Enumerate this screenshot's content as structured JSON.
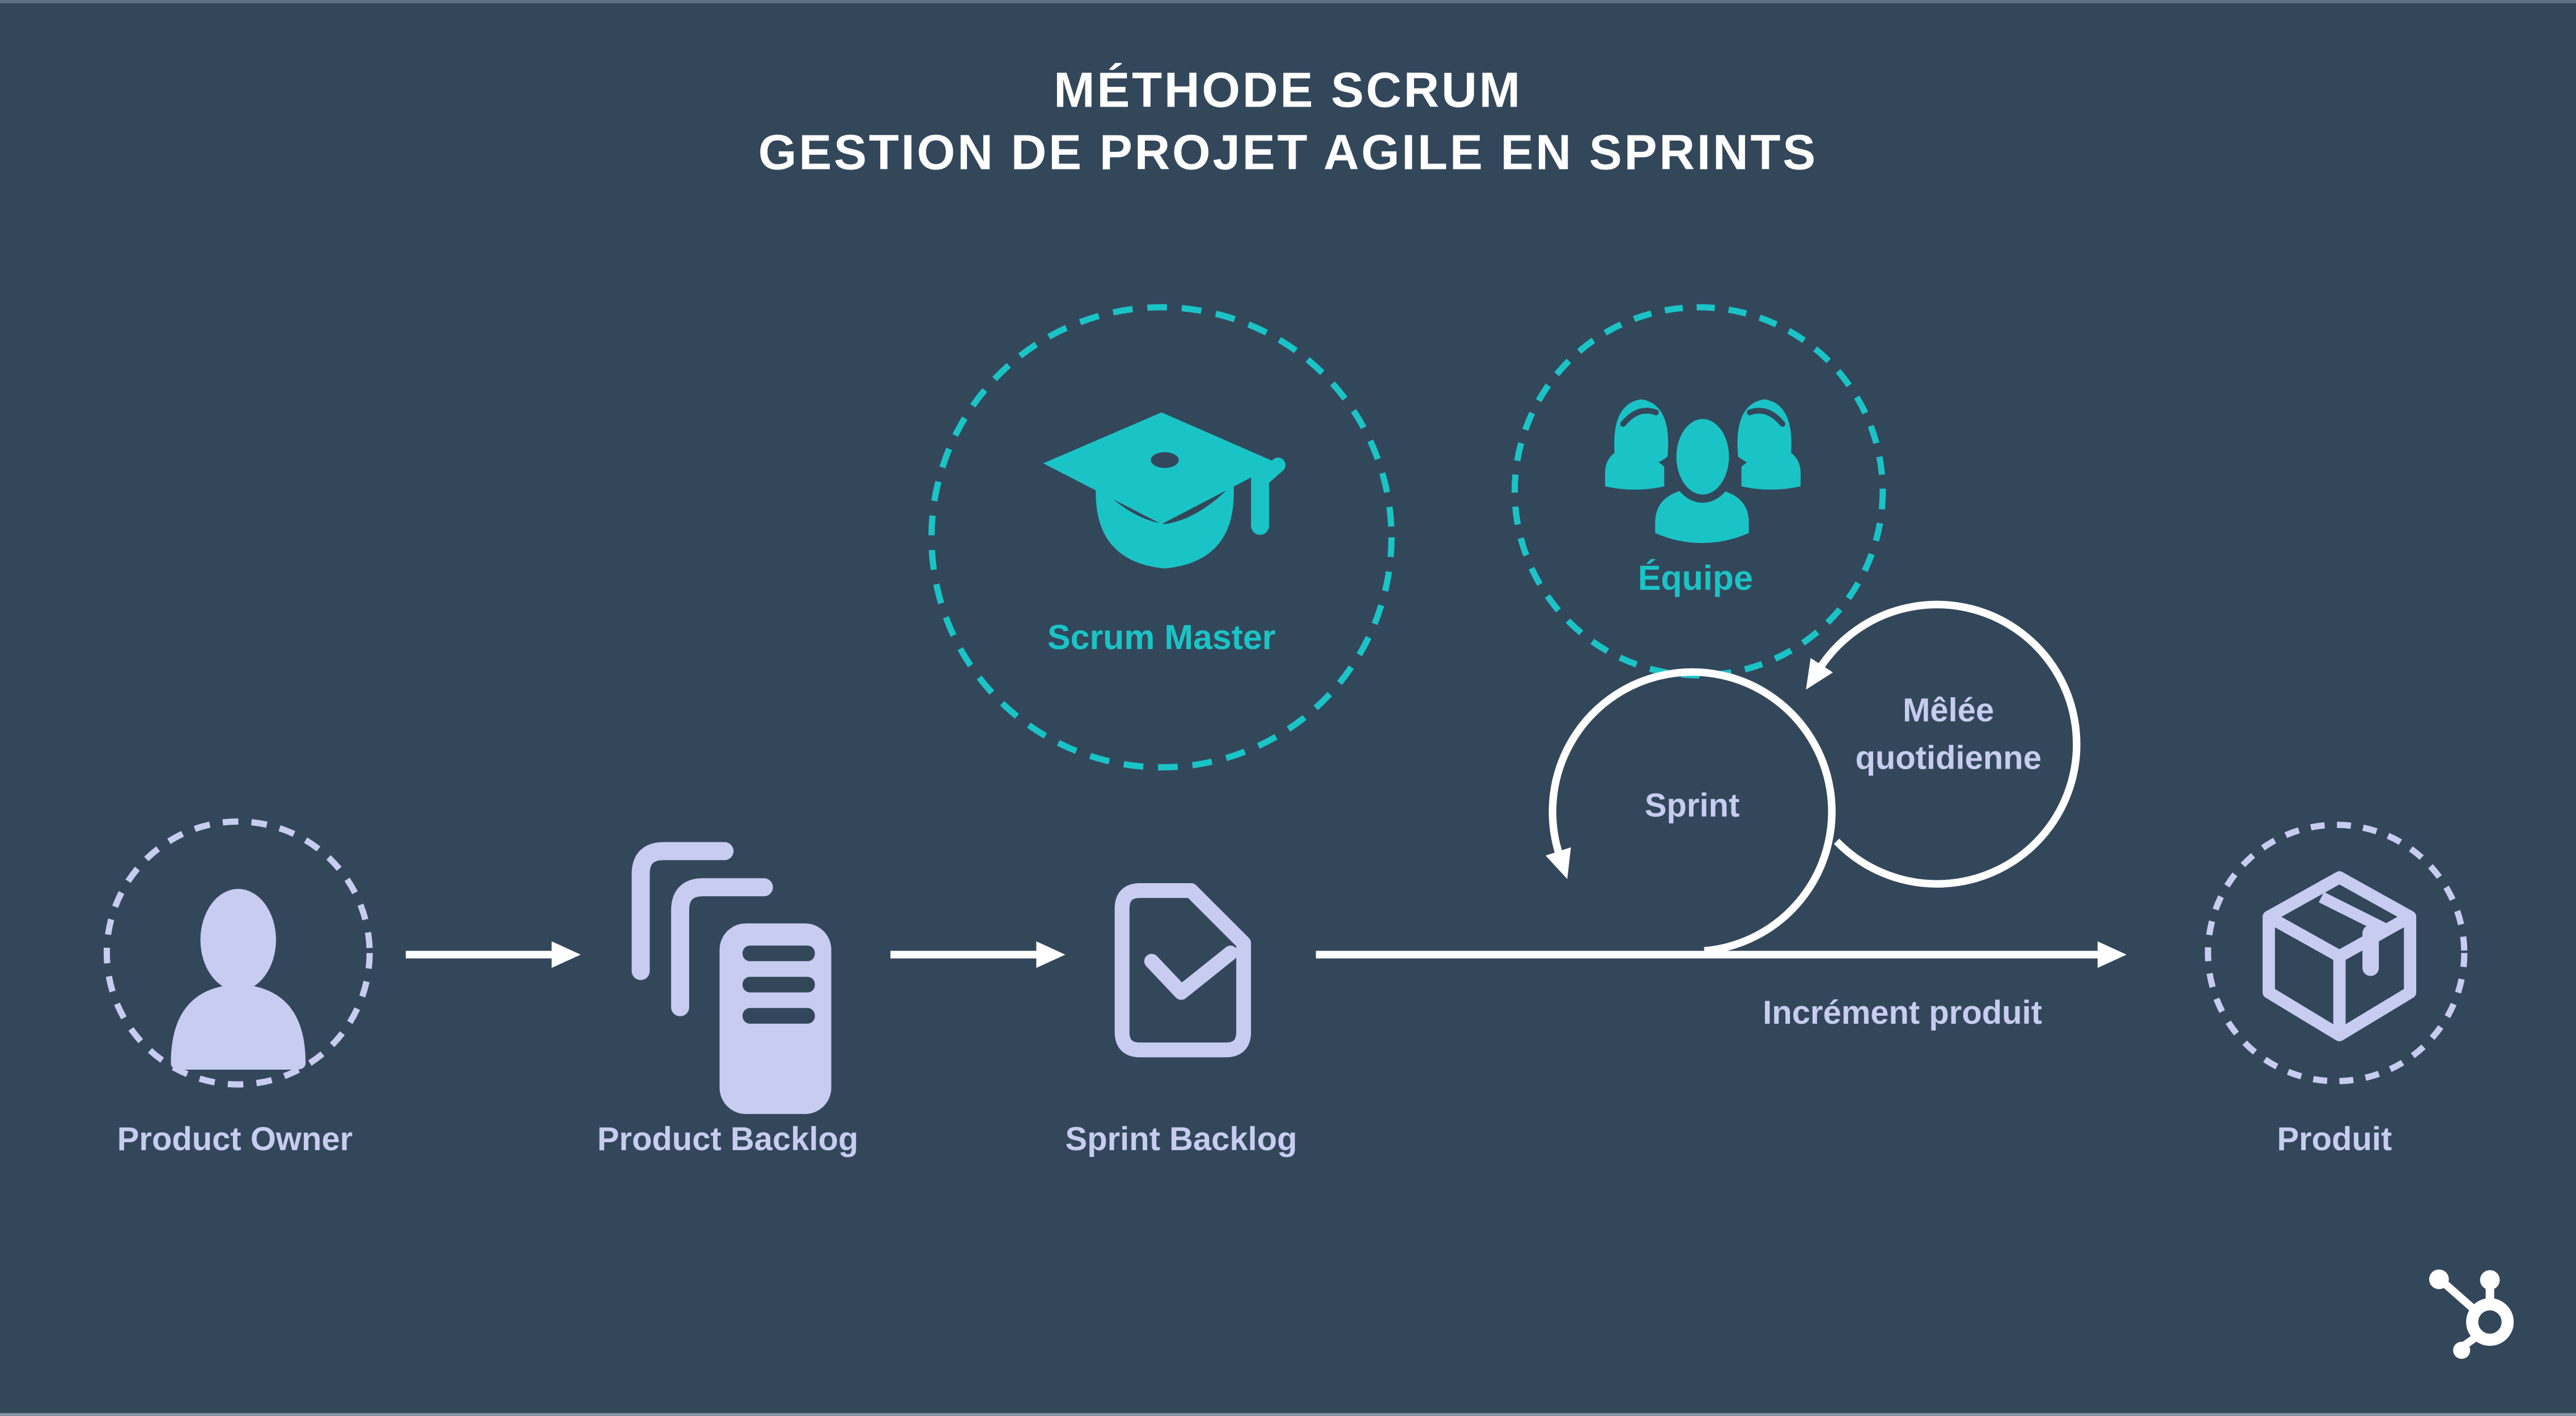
{
  "title": {
    "line1": "MÉTHODE SCRUM",
    "line2": "GESTION DE PROJET AGILE EN SPRINTS"
  },
  "nodes": {
    "scrum_master": {
      "label": "Scrum Master",
      "icon": "graduation-cap-icon"
    },
    "equipe": {
      "label": "Équipe",
      "icon": "team-icon"
    },
    "product_owner": {
      "label": "Product Owner",
      "icon": "person-icon"
    },
    "product_backlog": {
      "label": "Product Backlog",
      "icon": "documents-stack-icon"
    },
    "sprint_backlog": {
      "label": "Sprint Backlog",
      "icon": "document-check-icon"
    },
    "produit": {
      "label": "Produit",
      "icon": "package-box-icon"
    }
  },
  "loops": {
    "sprint": {
      "label": "Sprint"
    },
    "melee_quotidienne": {
      "label_line1": "Mêlée",
      "label_line2": "quotidienne"
    }
  },
  "flow": {
    "increment_label": "Incrément produit"
  },
  "branding": {
    "logo": "hubspot-sprocket-icon"
  },
  "colors": {
    "background": "#33475b",
    "teal": "#1ac4c6",
    "lavender": "#c7ccf0",
    "white": "#ffffff"
  }
}
